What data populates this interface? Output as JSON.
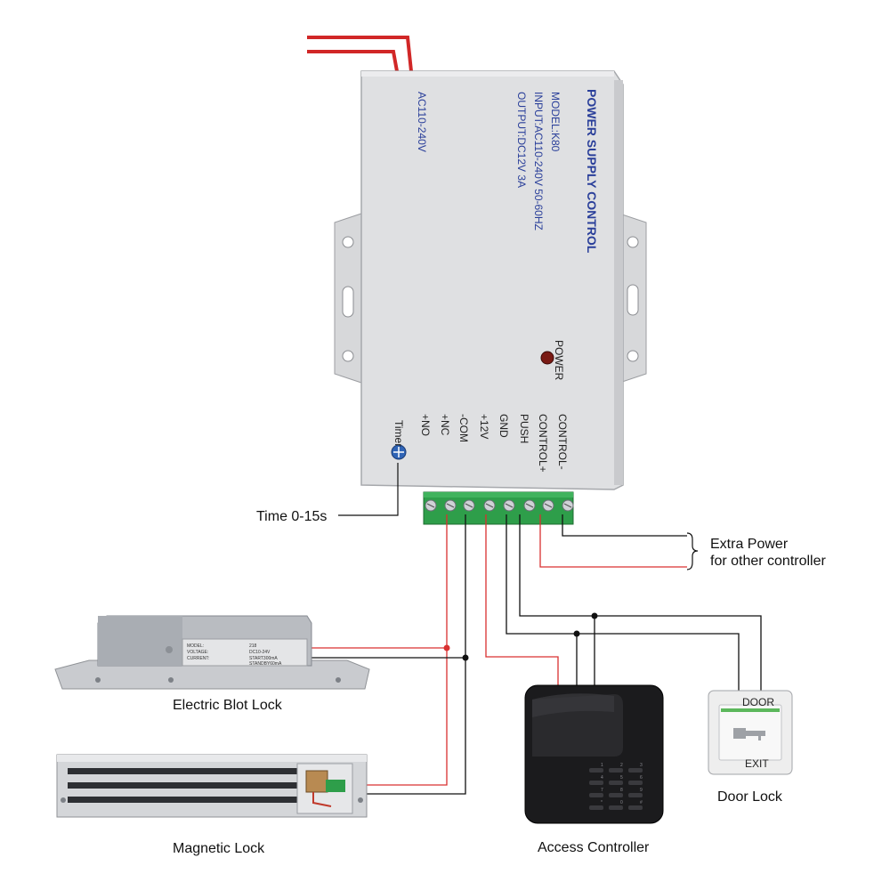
{
  "power_supply": {
    "title": "POWER SUPPLY CONTROL",
    "model": "MODEL:K80",
    "input": "INPUT:AC110-240V 50-60HZ",
    "output": "OUTPUT:DC12V 3A",
    "ac_label": "AC110-240V",
    "power_led_label": "POWER",
    "timer_label": "Timer",
    "terminals": [
      "+NO",
      "+NC",
      "-COM",
      "+12V",
      "GND",
      "PUSH",
      "CONTROL+",
      "CONTROL-"
    ]
  },
  "annotations": {
    "time": "Time 0-15s",
    "extra_power_line1": "Extra Power",
    "extra_power_line2": "for other controller"
  },
  "devices": {
    "bolt_lock": {
      "caption": "Electric Blot Lock",
      "plate_model": "MODEL:",
      "plate_model_val": "218",
      "plate_voltage": "VOLTAGE:",
      "plate_voltage_val": "DC10-24V",
      "plate_current": "CURRENT:",
      "plate_current_val1": "START300mA",
      "plate_current_val2": "STANDBY60mA"
    },
    "magnetic_lock": {
      "caption": "Magnetic Lock"
    },
    "access_controller": {
      "caption": "Access Controller",
      "keys": [
        "1",
        "2",
        "3",
        "4",
        "5",
        "6",
        "7",
        "8",
        "9",
        "*",
        "0",
        "#"
      ]
    },
    "door_lock": {
      "caption": "Door Lock",
      "top_label": "DOOR",
      "bottom_label": "EXIT"
    }
  },
  "colors": {
    "wire_red": "#d93030",
    "wire_black": "#111111",
    "terminal_green": "#2e9e4a",
    "label_blue": "#2a3f9a"
  }
}
